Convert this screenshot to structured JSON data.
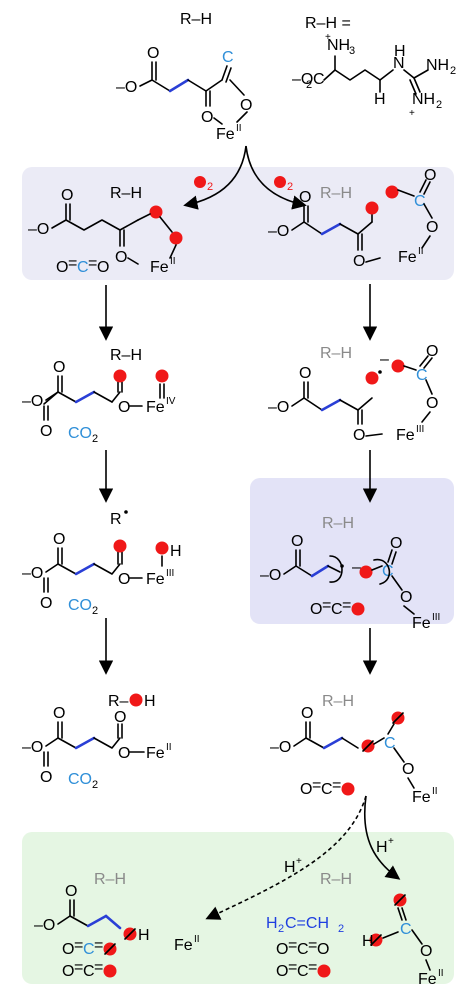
{
  "colors": {
    "oxygen_red": "#f01818",
    "carbon_blue": "#2f8fd8",
    "backbone_blue": "#2a3fd6",
    "panel_purple": "#ebebf6",
    "panel_blue": "#e3e3f7",
    "panel_green": "#e5f6e3"
  },
  "labels": {
    "substrate": "R–H",
    "substrate_def": "R–H =",
    "radical": "R",
    "hydroxylated": "R–",
    "hydroxylated_h": "H",
    "fe": "Fe",
    "fe2": "II",
    "fe3": "III",
    "fe4": "IV",
    "co2": "CO",
    "co2_sub": "2",
    "o2_sub": "2",
    "h_plus": "H",
    "plus": "+",
    "o": "O",
    "h": "H",
    "minus_o": "–O",
    "o2c": "–O",
    "o2c_sub": "2",
    "o2c_c": "C",
    "nh3": "NH",
    "nh3_sub": "3",
    "nh2": "NH",
    "nh2_sub": "2",
    "nh": "N",
    "ethylene": "H",
    "ethylene_sub": "2",
    "ethylene_mid": "C=CH",
    "ethylene_sub2": "2",
    "carbon_c": "C",
    "oco": "O=C=O"
  }
}
